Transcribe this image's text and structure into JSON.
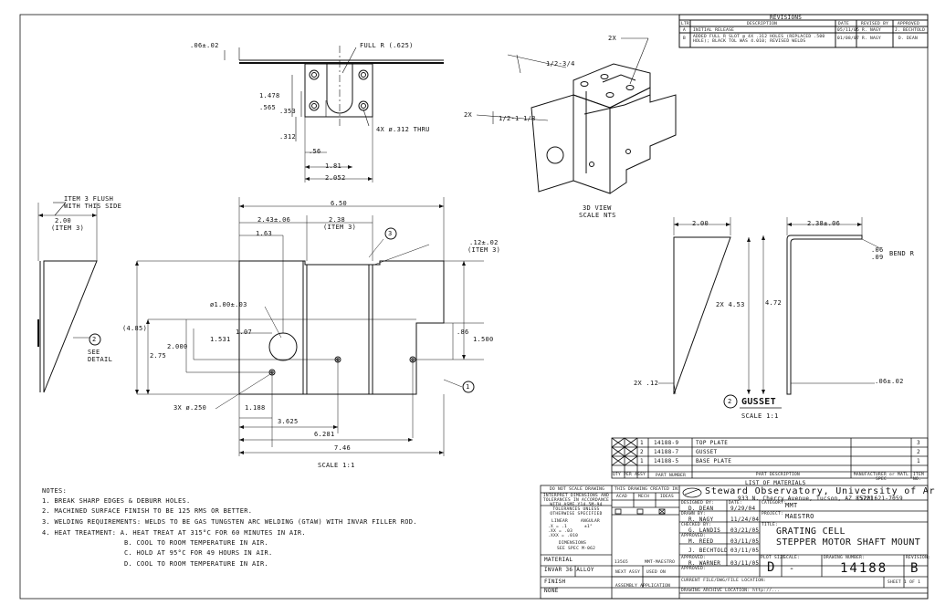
{
  "revisions": {
    "title": "REVISIONS",
    "headers": [
      "LTR",
      "DESCRIPTION",
      "DATE",
      "REVISED BY",
      "APPROVED"
    ],
    "rows": [
      [
        "A",
        "INITIAL RELEASE",
        "05/11/05",
        "R. NAGY",
        "J. BECHTOLD"
      ],
      [
        "B",
        "ADDED FULL R SLOT @ 4X .312 HOLES (REPLACED .500 HOLE); BLACK TOL WAS 4.010; REVISED WELDS",
        "01/08/07",
        "R. NAGY",
        "D. DEAN"
      ]
    ]
  },
  "top_view": {
    "dims": [
      ".06±.02",
      "FULL R (.625)",
      "1.478",
      ".565",
      ".353",
      "4X ø.312 THRU",
      ".312",
      ".56",
      "1.81",
      "2.052"
    ]
  },
  "iso_view": {
    "callouts": [
      "2X",
      "1/2-3/4",
      "2X",
      "1/2-1 1/8"
    ],
    "caption": "3D VIEW",
    "scale": "SCALE NTS"
  },
  "side_view": {
    "note": "ITEM 3 FLUSH\nWITH THIS SIDE",
    "dims": [
      "2.00",
      "(ITEM 3)"
    ],
    "balloon": "2",
    "balloon_label": "SEE\nDETAIL"
  },
  "front_view": {
    "dims": [
      "6.50",
      "2.43±.06",
      "1.63",
      "2.38",
      "(ITEM 3)",
      ".12±.02",
      "(ITEM 3)",
      "ø1.00±.03",
      "1.07",
      "1.531",
      "2.000",
      "(4.85)",
      "2.75",
      ".86",
      "1.500",
      "3X ø.250",
      "1.188",
      "3.625",
      "6.281",
      "7.46"
    ],
    "balloons": [
      "3",
      "1"
    ],
    "scale": "SCALE 1:1"
  },
  "gusset_view": {
    "dims": [
      "2.00",
      "2.38±.06",
      ".06\n.09",
      "BEND R",
      "2X 4.53",
      "4.72",
      "2X .12",
      ".06±.02"
    ],
    "balloon": "2",
    "title": "GUSSET",
    "scale": "SCALE 1:1"
  },
  "notes": {
    "heading": "NOTES:",
    "items": [
      "1. BREAK SHARP EDGES & DEBURR HOLES.",
      "2. MACHINED SURFACE FINISH TO BE 125 RMS OR BETTER.",
      "3. WELDING REQUIREMENTS: WELDS TO BE GAS TUNGSTEN ARC WELDING (GTAW) WITH INVAR FILLER ROD.",
      "4. HEAT TREATMENT: A. HEAT TREAT AT 315°C FOR 60 MINUTES IN AIR.",
      "B. COOL TO ROOM TEMPERATURE IN AIR.",
      "C. HOLD AT 95°C FOR 49 HOURS IN AIR.",
      "D. COOL TO ROOM TEMPERATURE IN AIR."
    ]
  },
  "parts_list": {
    "rows": [
      [
        "1",
        "14188-9",
        "TOP PLATE",
        "",
        "3"
      ],
      [
        "2",
        "14188-7",
        "GUSSET",
        "",
        "2"
      ],
      [
        "1",
        "14188-5",
        "BASE PLATE",
        "",
        "1"
      ]
    ],
    "header": [
      "QTY PER ASSY",
      "PART NUMBER",
      "PART DESCRIPTION",
      "MANUFACTURER or MATL SPEC",
      "ITEM NO."
    ],
    "title": "LIST OF MATERIALS"
  },
  "title_block": {
    "do_not_scale": "DO NOT SCALE DRAWING",
    "interpret": "INTERPRET DIMENSIONS AND TOLERANCES IN ACCORDANCE WITH ASME Y14.5M-94",
    "tolerances": "TOLERANCES UNLESS OTHERWISE SPECIFIED",
    "linear": "LINEAR",
    "angular": "ANGULAR",
    "tol_vals": [
      ".X = .1",
      ".XX = .03",
      ".XXX = .010",
      "±1°"
    ],
    "dimensions": "DIMENSIONS",
    "spec": "SEE SPEC M-062",
    "created_in": "THIS DRAWING CREATED IN:",
    "created_cols": [
      "ACAD",
      "MECH",
      "IDEAS"
    ],
    "org": "Steward Observatory, University of Arizona",
    "address": "933 N. Cherry Avenue, Tucson, AZ 85721",
    "phone": "(520)621-7059",
    "rows": [
      [
        "DESIGNED BY:",
        "D. DEAN",
        "DATE:",
        "9/29/04"
      ],
      [
        "DRAWN BY:",
        "R. NAGY",
        "",
        "11/24/04"
      ],
      [
        "CHECKED BY:",
        "G. LANDIS",
        "",
        "03/21/05"
      ],
      [
        "APPROVED:",
        "M. REED",
        "",
        "03/11/05"
      ],
      [
        "",
        "J. BECHTOLD",
        "",
        "03/11/05"
      ],
      [
        "APPROVED:",
        "R. WARNER",
        "",
        "03/11/05"
      ],
      [
        "APPROVED:",
        "",
        "",
        ""
      ]
    ],
    "category_label": "CATEGORY:",
    "category": "MMT",
    "project_label": "PROJECT:",
    "project": "MAESTRO",
    "title_label": "TITLE:",
    "title_line1": "GRATING CELL",
    "title_line2": "STEPPER MOTOR SHAFT MOUNT",
    "material_label": "MATERIAL",
    "material": "INVAR 36 ALLOY",
    "finish_label": "FINISH",
    "finish": "NONE",
    "next_assy": "NEXT ASSY",
    "used_on": "USED ON",
    "assy_num": "13565",
    "assy_name": "MMT-MAESTRO",
    "assembly_app": "ASSEMBLY APPLICATION",
    "size_label": "PLOT SIZE",
    "size": "D",
    "scale_label": "SCALE:",
    "scale": "-",
    "drawing_number_label": "DRAWING NUMBER:",
    "drawing_number": "14188",
    "revision_label": "REVISION:",
    "revision": "B",
    "sheet": "SHEET 1 OF 1",
    "current_file": "CURRENT FILE/DWG/FILE LOCATION:",
    "archive": "DRAWING ARCHIVE LOCATION: http://..."
  }
}
